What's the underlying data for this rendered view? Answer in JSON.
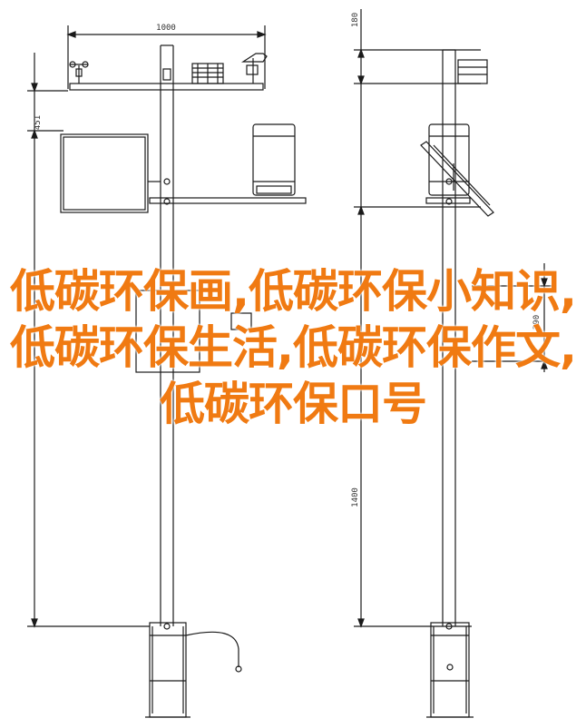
{
  "drawing": {
    "dimensions": {
      "top_width": "1000",
      "panel_height": "451",
      "side_top": "180",
      "side_mid": "390",
      "side_low": "1400"
    }
  },
  "overlay": {
    "title": "低碳环保画,低碳环保小知识,低碳环保生活,低碳环保作文,低碳环保口号"
  },
  "colors": {
    "overlay_text": "#f07a12",
    "line": "#1a1a1a"
  }
}
